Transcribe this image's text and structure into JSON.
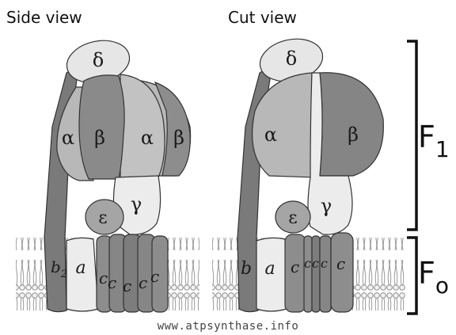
{
  "headings": {
    "side": "Side view",
    "cut": "Cut view"
  },
  "side_view": {
    "delta": "δ",
    "alpha_left": "α",
    "beta_front": "β",
    "alpha_right": "α",
    "beta_right": "β",
    "gamma": "γ",
    "epsilon": "ε",
    "b2_base": "b",
    "b2_sub": "2",
    "a": "a",
    "c1": "c",
    "c2": "c",
    "c3": "c",
    "c4": "c",
    "c5": "c"
  },
  "cut_view": {
    "delta": "δ",
    "alpha": "α",
    "beta": "β",
    "gamma": "γ",
    "epsilon": "ε",
    "b": "b",
    "a": "a",
    "c1": "c",
    "c2": "c",
    "c3": "c",
    "c4": "c",
    "c5": "c"
  },
  "brackets": {
    "f1_base": "F",
    "f1_sub": "1",
    "fo_base": "F",
    "fo_sub": "o"
  },
  "footer": "www.atpsynthase.info"
}
